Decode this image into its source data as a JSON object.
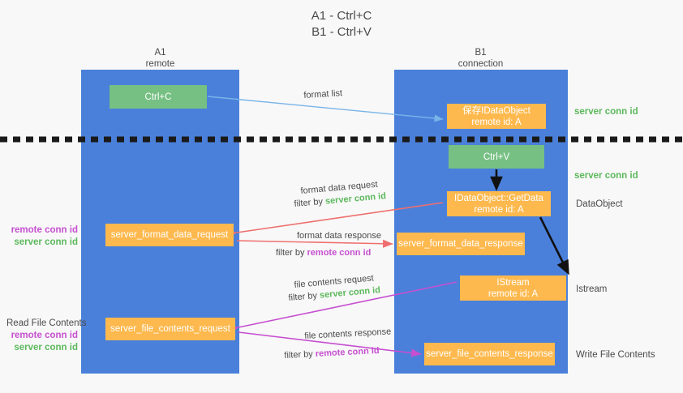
{
  "title": {
    "line1": "A1 - Ctrl+C",
    "line2": "B1 - Ctrl+V"
  },
  "lanes": {
    "a1": {
      "name": "A1",
      "sub": "remote"
    },
    "b1": {
      "name": "B1",
      "sub": "connection"
    }
  },
  "nodes": {
    "ctrl_c": {
      "label": "Ctrl+C"
    },
    "idataobject": {
      "line1": "保存IDataObject",
      "line2": "remote id: A"
    },
    "ctrl_v": {
      "label": "Ctrl+V"
    },
    "getdata": {
      "line1": "IDataObject::GetData",
      "line2": "remote id: A"
    },
    "format_data_request": {
      "label": "server_format_data_request"
    },
    "format_data_response": {
      "label": "server_format_data_response"
    },
    "istream": {
      "line1": "IStream",
      "line2": "remote id: A"
    },
    "file_contents_request": {
      "label": "server_file_contents_request"
    },
    "file_contents_response": {
      "label": "server_file_contents_response"
    }
  },
  "edge_labels": {
    "format_list": "format list",
    "format_data_request": "format data request",
    "format_data_request_filter_prefix": "filter by ",
    "format_data_request_filter_key": "server conn id",
    "format_data_response": "format data response",
    "format_data_response_filter_prefix": "filter by ",
    "format_data_response_filter_key": "remote conn id",
    "file_contents_request": "file contents request",
    "file_contents_request_filter_prefix": "filter by ",
    "file_contents_request_filter_key": "server conn id",
    "file_contents_response": "file contents response",
    "file_contents_response_filter_prefix": "filter by ",
    "file_contents_response_filter_key": "remote conn id"
  },
  "right_labels": {
    "server_conn_id_1": "server conn id",
    "server_conn_id_2": "server conn id",
    "dataobject": "DataObject",
    "istream": "Istream",
    "write_file_contents": "Write File Contents"
  },
  "left_labels": {
    "remote_conn_id_1": "remote conn id",
    "server_conn_id_1": "server conn id",
    "read_file_contents": "Read File Contents",
    "remote_conn_id_2": "remote conn id",
    "server_conn_id_2": "server conn id"
  },
  "colors": {
    "lane": "#4a80da",
    "node_orange": "#fdb94e",
    "node_green": "#76c083",
    "arrow_blue": "#79b4e8",
    "arrow_red": "#ef6f6f",
    "arrow_purple": "#c64fd0",
    "arrow_black": "#111111",
    "conn_green_text": "#5cb85c",
    "conn_purple_text": "#c64fd0",
    "background": "#f8f8f8"
  }
}
